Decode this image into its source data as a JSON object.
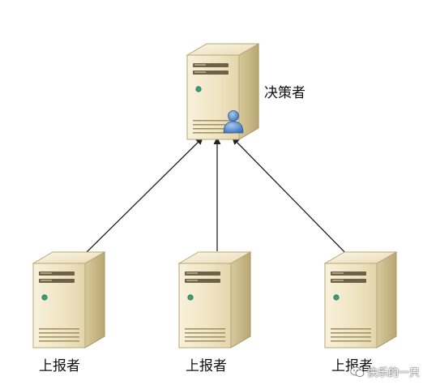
{
  "nodes": {
    "decider": {
      "label": "决策者"
    },
    "reporters": [
      {
        "label": "上报者"
      },
      {
        "label": "上报者"
      },
      {
        "label": "上报者"
      }
    ]
  },
  "watermark": {
    "text": "快乐的一只"
  },
  "colors": {
    "server_light": "#f4ecd2",
    "server_side": "#c9b88a",
    "server_dark": "#8e7f55",
    "led": "#3aa07a",
    "user_icon": "#5b8fcf",
    "arrow": "#222222"
  },
  "icons": {
    "server": "server-icon",
    "user": "user-icon",
    "watermark": "wechat-icon"
  }
}
